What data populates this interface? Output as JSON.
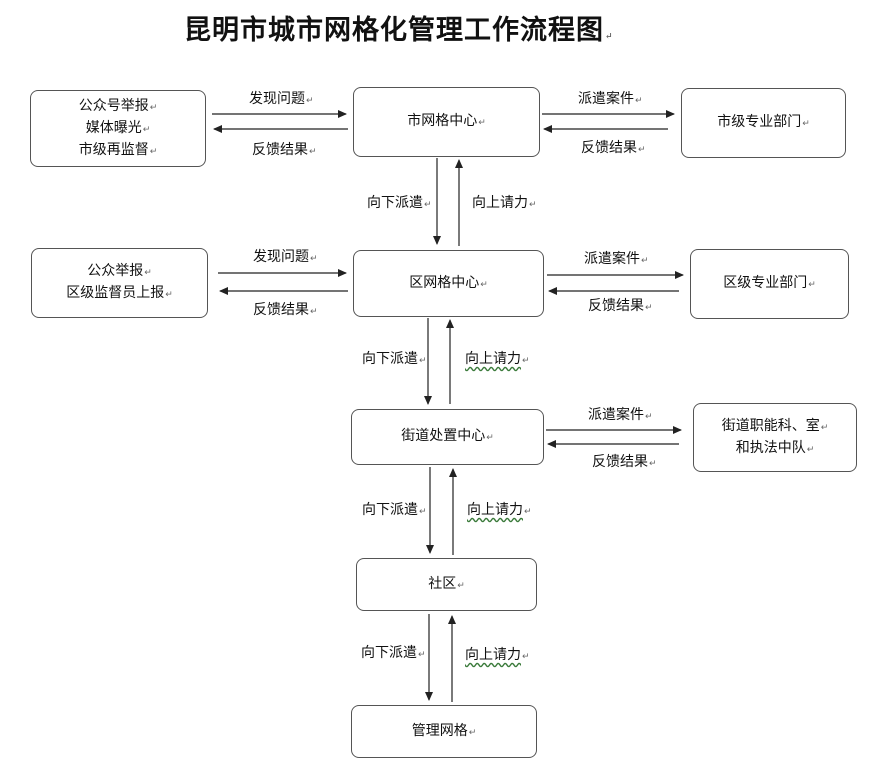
{
  "title": "昆明市城市网格化管理工作流程图",
  "para_mark": "↵",
  "nodes": {
    "city_sources": [
      "公众号举报",
      "媒体曝光",
      "市级再监督"
    ],
    "city_center": "市网格中心",
    "city_departments": "市级专业部门",
    "district_sources": [
      "公众举报",
      "区级监督员上报"
    ],
    "district_center": "区网格中心",
    "district_departments": "区级专业部门",
    "street_center": "街道处置中心",
    "street_departments": [
      "街道职能科、室",
      "和执法中队"
    ],
    "community": "社区",
    "grid": "管理网格"
  },
  "labels": {
    "discover": "发现问题",
    "feedback": "反馈结果",
    "dispatch": "派遣案件",
    "down": "向下派遣",
    "up": "向上请力"
  }
}
